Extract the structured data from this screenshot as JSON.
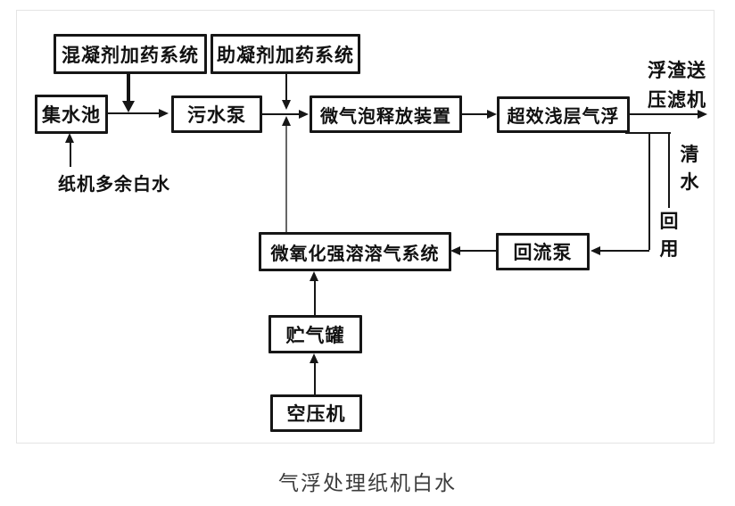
{
  "diagram": {
    "caption": "气浮处理纸机白水",
    "nodes": [
      {
        "id": "coagulant-dosing",
        "label": "混凝剂加药系统"
      },
      {
        "id": "coagulant-aid-dosing",
        "label": "助凝剂加药系统"
      },
      {
        "id": "collection-tank",
        "label": "集水池"
      },
      {
        "id": "sewage-pump",
        "label": "污水泵"
      },
      {
        "id": "microbubble-release",
        "label": "微气泡释放装置"
      },
      {
        "id": "shallow-flotation",
        "label": "超效浅层气浮"
      },
      {
        "id": "dissolved-air-system",
        "label": "微氧化强溶溶气系统"
      },
      {
        "id": "reflux-pump",
        "label": "回流泵"
      },
      {
        "id": "gas-storage-tank",
        "label": "贮气罐"
      },
      {
        "id": "air-compressor",
        "label": "空压机"
      }
    ],
    "annotations": {
      "inflow": "纸机多余白水",
      "scum_line1": "浮渣送",
      "scum_line2": "压滤机",
      "clear_water": "清水",
      "reuse": "回用"
    },
    "colors": {
      "line": "#161616",
      "box_border": "#161616",
      "frame_border": "#e4e4e4",
      "caption_text": "#3c3c3c",
      "background": "#ffffff"
    }
  }
}
